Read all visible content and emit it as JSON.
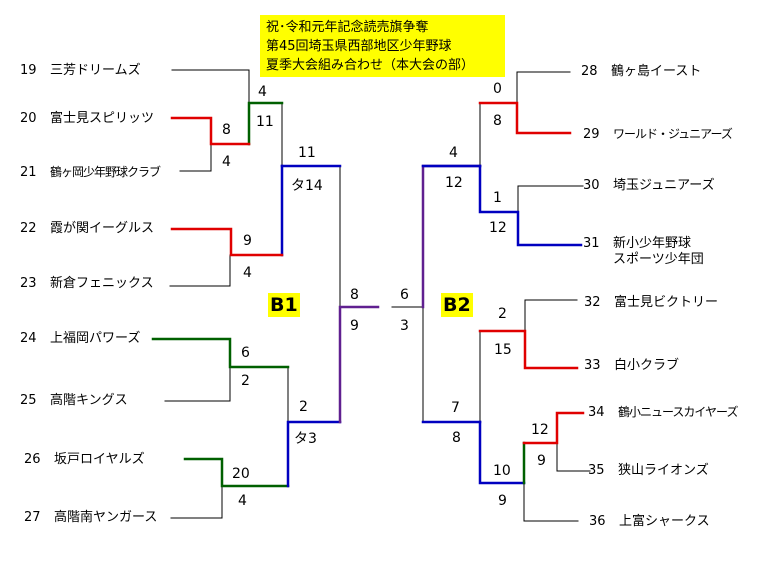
{
  "title": {
    "lines": [
      "祝･令和元年記念読売旗争奪",
      "第45回埼玉県西部地区少年野球",
      "夏季大会組み合わせ（本大会の部）"
    ]
  },
  "pools": [
    "B1",
    "B2"
  ],
  "teams": [
    {
      "no": "19",
      "name": "三芳ドリームズ"
    },
    {
      "no": "20",
      "name": "富士見スピリッツ"
    },
    {
      "no": "21",
      "name": "鶴ヶ岡少年野球クラブ"
    },
    {
      "no": "22",
      "name": "霞が関イーグルス"
    },
    {
      "no": "23",
      "name": "新倉フェニックス"
    },
    {
      "no": "24",
      "name": "上福岡パワーズ"
    },
    {
      "no": "25",
      "name": "高階キングス"
    },
    {
      "no": "26",
      "name": "坂戸ロイヤルズ"
    },
    {
      "no": "27",
      "name": "高階南ヤンガース"
    },
    {
      "no": "28",
      "name": "鶴ヶ島イースト"
    },
    {
      "no": "29",
      "name": "ワールド・ジュニアーズ"
    },
    {
      "no": "30",
      "name": "埼玉ジュニアーズ"
    },
    {
      "no": "31",
      "name": "新小少年野球",
      "name2": "スポーツ少年団"
    },
    {
      "no": "32",
      "name": "富士見ビクトリー"
    },
    {
      "no": "33",
      "name": "白小クラブ"
    },
    {
      "no": "34",
      "name": "鶴小ニュースカイヤーズ"
    },
    {
      "no": "35",
      "name": "狭山ライオンズ"
    },
    {
      "no": "36",
      "name": "上富シャークス"
    }
  ],
  "scores": [
    "4",
    "11",
    "8",
    "4",
    "11",
    "タ14",
    "9",
    "4",
    "6",
    "2",
    "2",
    "タ3",
    "20",
    "4",
    "8",
    "9",
    "6",
    "3",
    "4",
    "12",
    "0",
    "8",
    "1",
    "12",
    "2",
    "15",
    "7",
    "8",
    "10",
    "9",
    "12",
    "9"
  ],
  "colors": {
    "red": "#e00000",
    "green": "#006000",
    "blue": "#0000c0",
    "purple": "#602090",
    "black": "#000000",
    "title_bg": "#ffff00"
  }
}
